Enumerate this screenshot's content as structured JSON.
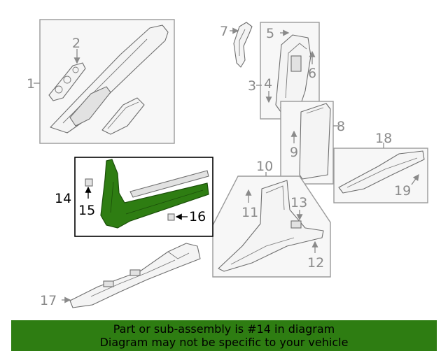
{
  "callouts": {
    "c1": "1",
    "c2": "2",
    "c3": "3",
    "c4": "4",
    "c5": "5",
    "c6": "6",
    "c7": "7",
    "c8": "8",
    "c9": "9",
    "c10": "10",
    "c11": "11",
    "c12": "12",
    "c13": "13",
    "c14": "14",
    "c15": "15",
    "c16": "16",
    "c17": "17",
    "c18": "18",
    "c19": "19"
  },
  "highlight": {
    "part_number": "14",
    "color": "#2e7d12"
  },
  "footer": {
    "line1": "Part or sub-assembly is #14 in diagram",
    "line2": "Diagram may not be specific to your vehicle"
  }
}
